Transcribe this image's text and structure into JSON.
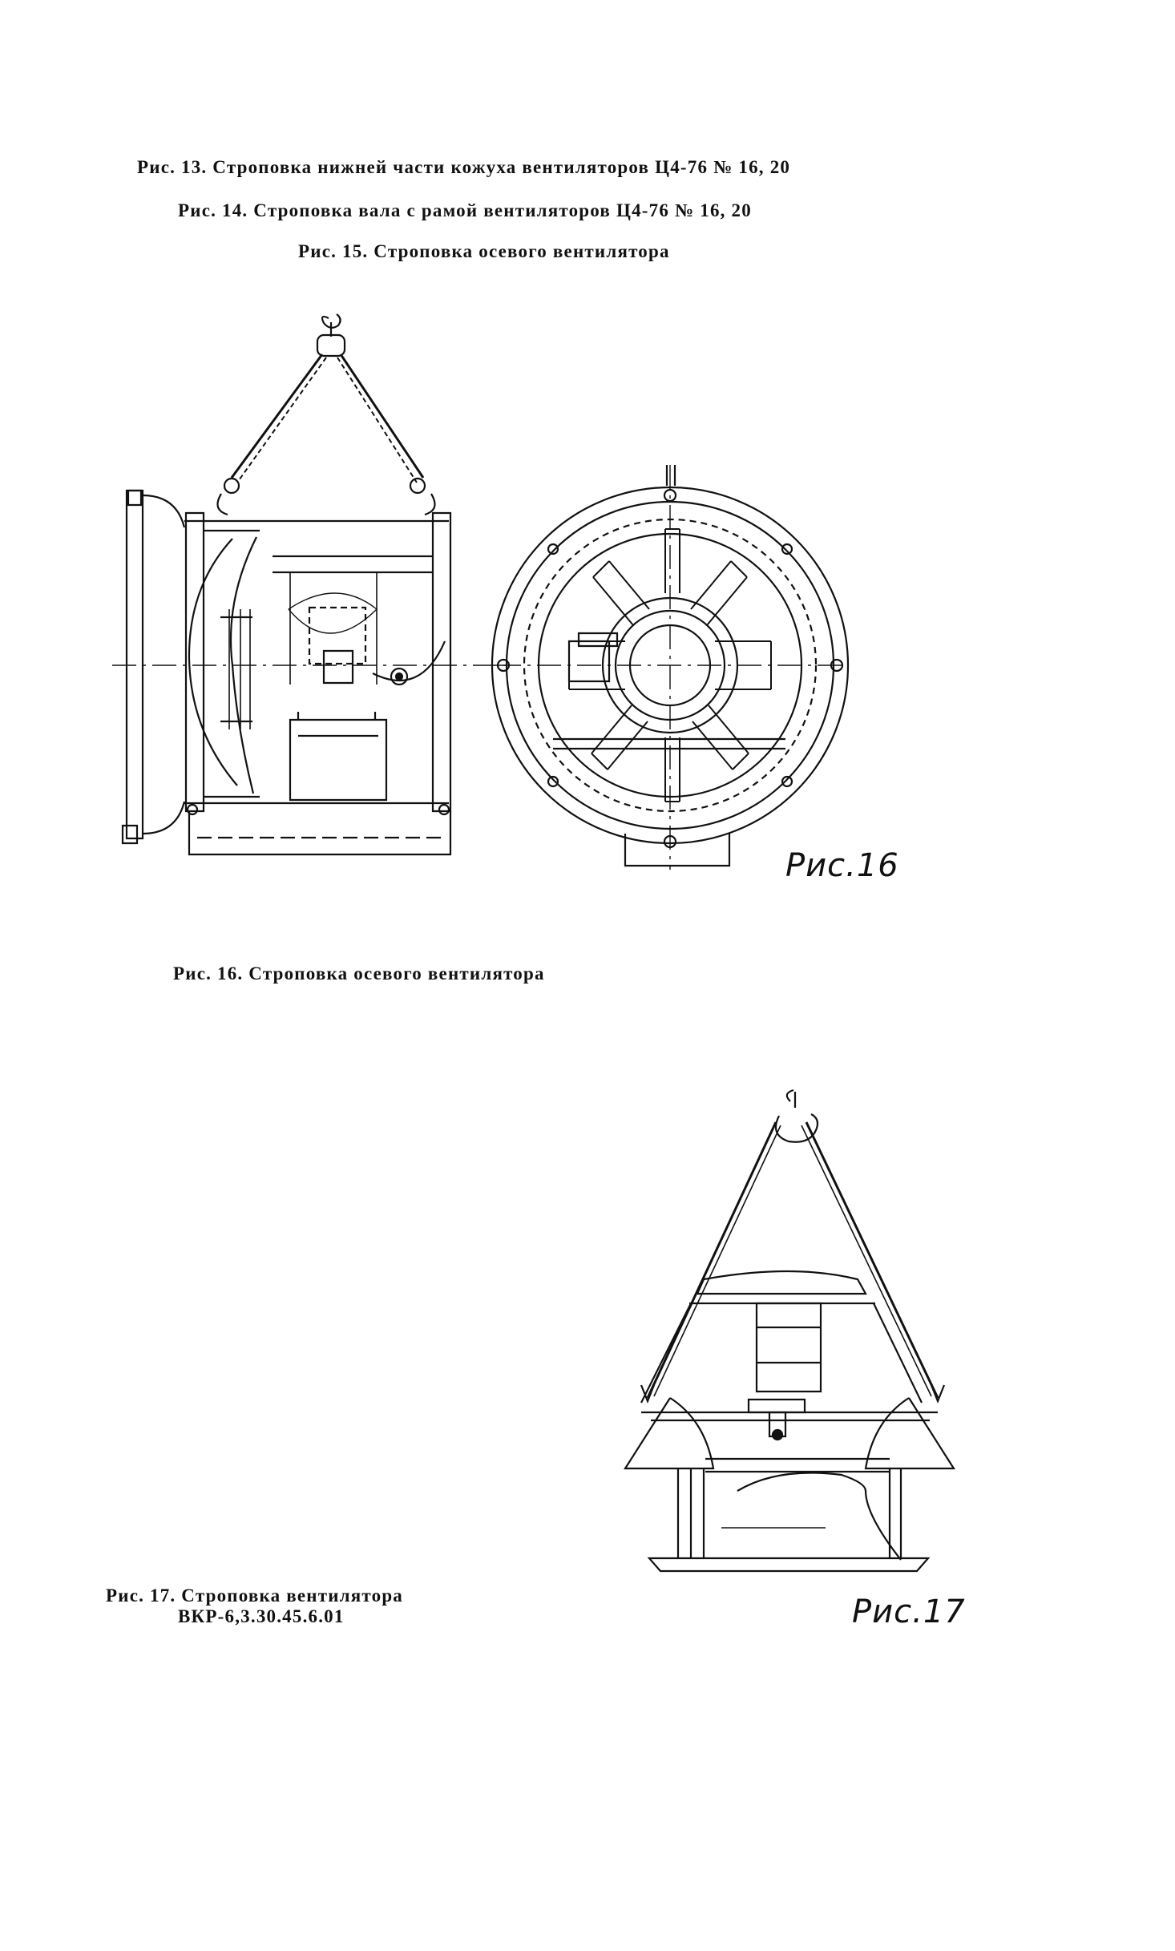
{
  "captions": {
    "fig13": "Рис. 13. Строповка нижней части кожуха вентиляторов Ц4-76 № 16, 20",
    "fig14": "Рис. 14. Строповка вала с рамой вентиляторов Ц4-76 № 16, 20",
    "fig15": "Рис. 15. Строповка осевого вентилятора",
    "fig16": "Рис. 16. Строповка осевого вентилятора",
    "fig17_line1": "Рис. 17. Строповка вентилятора",
    "fig17_line2": "ВКР-6,3.30.45.6.01"
  },
  "figure_labels": {
    "fig16": "Рис.16",
    "fig17": "Рис.17"
  }
}
